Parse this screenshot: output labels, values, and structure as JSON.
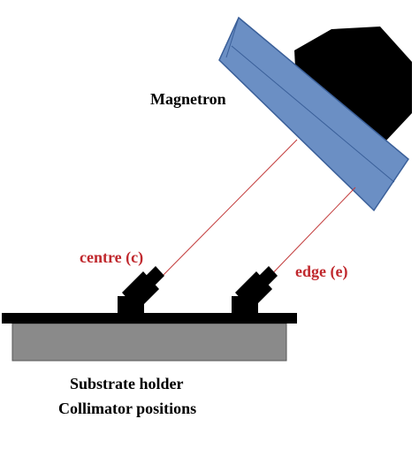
{
  "labels": {
    "magnetron": "Magnetron",
    "centre": "centre (c)",
    "edge": "edge (e)",
    "caption_line1": "Substrate holder",
    "caption_line2": "Collimator positions"
  },
  "colors": {
    "target_fill": "#6b8fc4",
    "target_edge": "#3a5f99",
    "magnet_block": "#000000",
    "holder_plate": "#000000",
    "holder_base": "#8a8a8a",
    "collimator": "#000000",
    "beam_line": "#c23a3a",
    "label_red": "#c0282d",
    "label_black": "#000000"
  }
}
